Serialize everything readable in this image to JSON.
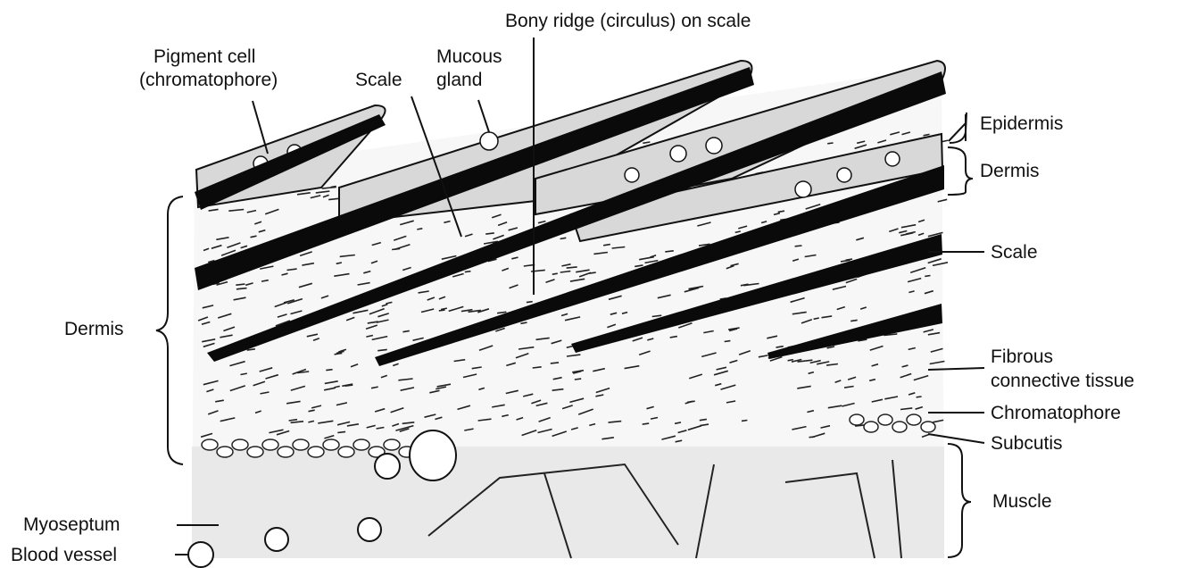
{
  "labels": {
    "bony_ridge": "Bony ridge (circulus) on scale",
    "pigment_cell_1": "Pigment cell",
    "pigment_cell_2": "(chromatophore)",
    "scale_top": "Scale",
    "mucous_1": "Mucous",
    "mucous_2": "gland",
    "epidermis": "Epidermis",
    "dermis_right": "Dermis",
    "scale_right": "Scale",
    "dermis_left": "Dermis",
    "fibrous_1": "Fibrous",
    "fibrous_2": "connective tissue",
    "chromatophore": "Chromatophore",
    "subcutis": "Subcutis",
    "muscle": "Muscle",
    "myoseptum": "Myoseptum",
    "blood_vessel": "Blood vessel"
  },
  "colors": {
    "ink": "#111111",
    "paper": "#ffffff"
  }
}
